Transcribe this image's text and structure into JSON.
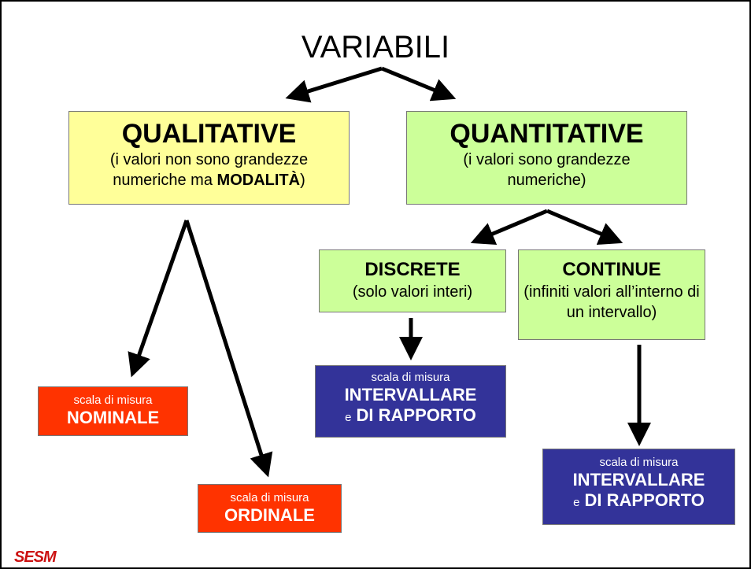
{
  "title": "VARIABILI",
  "qualitative": {
    "heading": "QUALITATIVE",
    "desc_line1": "(i valori non sono grandezze",
    "desc_line2_pre": "numeriche ma ",
    "desc_line2_bold": "MODALITÀ",
    "desc_line2_post": ")"
  },
  "quantitative": {
    "heading": "QUANTITATIVE",
    "desc_line1": "(i valori sono grandezze",
    "desc_line2": "numeriche)"
  },
  "discrete": {
    "heading": "DISCRETE",
    "desc": "(solo valori interi)"
  },
  "continue": {
    "heading": "CONTINUE",
    "desc_line1": "(infiniti valori all’interno di",
    "desc_line2": "un intervallo)"
  },
  "nominale": {
    "small": "scala di misura",
    "main": "NOMINALE"
  },
  "ordinale": {
    "small": "scala di misura",
    "main": "ORDINALE"
  },
  "intervallare_discrete": {
    "small": "scala di misura",
    "line1": "INTERVALLARE",
    "conj": "e",
    "line2": "DI RAPPORTO"
  },
  "intervallare_continue": {
    "small": "scala di misura",
    "line1": "INTERVALLARE",
    "conj": "e",
    "line2": "DI RAPPORTO"
  },
  "logo_text": "SESM",
  "colors": {
    "yellow": "#ffff99",
    "green": "#ccff99",
    "red": "#ff3300",
    "blue": "#333399"
  }
}
